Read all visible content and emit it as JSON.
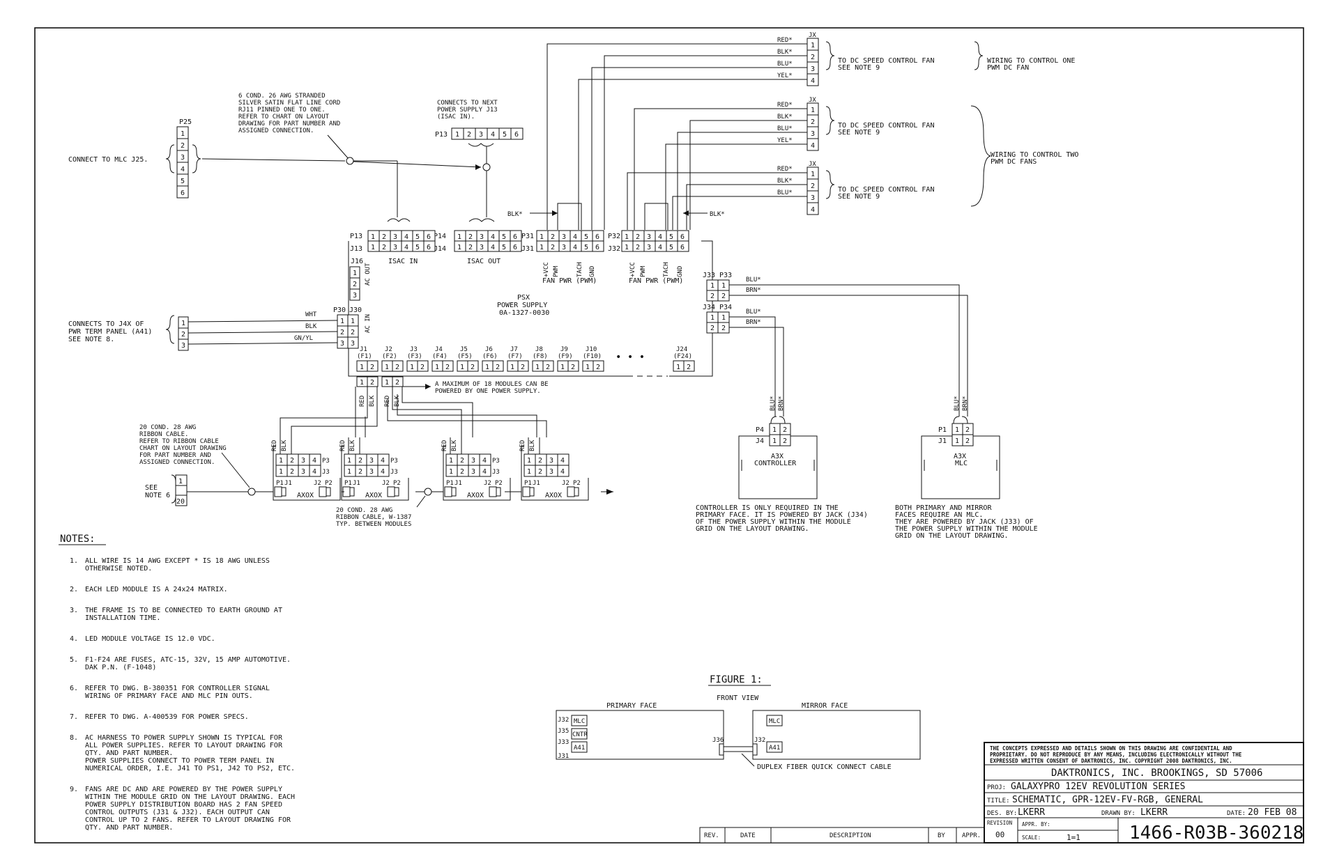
{
  "fanJacks": {
    "jx": "JX",
    "fan1": {
      "pins": [
        "1",
        "2",
        "3",
        "4"
      ],
      "wires": [
        "RED*",
        "BLK*",
        "BLU*",
        "YEL*"
      ],
      "note": [
        "TO DC SPEED CONTROL FAN",
        "SEE NOTE 9"
      ],
      "wiring": [
        "WIRING TO CONTROL ONE",
        "PWM DC FAN"
      ]
    },
    "fan2": {
      "pins": [
        "1",
        "2",
        "3",
        "4"
      ],
      "wires": [
        "RED*",
        "BLK*",
        "BLU*",
        "YEL*"
      ],
      "note": [
        "TO DC SPEED CONTROL FAN",
        "SEE NOTE 9"
      ]
    },
    "fan3": {
      "pins": [
        "1",
        "2",
        "3",
        "4"
      ],
      "wires": [
        "RED*",
        "BLK*",
        "BLU*"
      ],
      "note": [
        "TO DC SPEED CONTROL FAN",
        "SEE NOTE 9"
      ]
    },
    "wiring2": [
      "WIRING TO CONTROL TWO",
      "PWM DC FANS"
    ],
    "blkLeft": "BLK*",
    "blkRight": "BLK*"
  },
  "ribbon": {
    "lines": [
      "6 COND. 26 AWG STRANDED",
      "SILVER SATIN FLAT LINE CORD",
      "RJ11 PINNED ONE TO ONE.",
      "REFER TO CHART ON LAYOUT",
      "DRAWING FOR PART NUMBER AND",
      "ASSIGNED CONNECTION."
    ]
  },
  "nextSupply": {
    "lines": [
      "CONNECTS TO NEXT",
      "POWER SUPPLY J13",
      "(ISAC IN)."
    ],
    "p13": "P13",
    "pins": [
      "1",
      "2",
      "3",
      "4",
      "5",
      "6"
    ]
  },
  "p25": {
    "label": "P25",
    "pins": [
      "1",
      "2",
      "3",
      "4",
      "5",
      "6"
    ],
    "connect": "CONNECT TO MLC J25."
  },
  "psx": {
    "p13": "P13",
    "j13": "J13",
    "p14": "P14",
    "j14": "J14",
    "p31": "P31",
    "j31": "J31",
    "p32": "P32",
    "j32": "J32",
    "pins6": [
      "1",
      "2",
      "3",
      "4",
      "5",
      "6"
    ],
    "isacIn": "ISAC IN",
    "isacOut": "ISAC OUT",
    "fanLabels": [
      "+VCC",
      "PWM",
      "TACH",
      "GND"
    ],
    "fanPwr": "FAN PWR (PWM)",
    "j16": "J16",
    "acOut": "AC OUT",
    "acIn": "AC IN",
    "p30": "P30",
    "j30": "J30",
    "title": [
      "PSX",
      "POWER SUPPLY",
      "0A-1327-0030"
    ],
    "p33": "P33",
    "j33": "J33",
    "p34": "P34",
    "j34": "J34",
    "j33wires": [
      "BLU*",
      "BRN*"
    ],
    "j34wires": [
      "BLU*",
      "BRN*"
    ],
    "jacks": [
      {
        "j": "J1",
        "f": "(F1)"
      },
      {
        "j": "J2",
        "f": "(F2)"
      },
      {
        "j": "J3",
        "f": "(F3)"
      },
      {
        "j": "J4",
        "f": "(F4)"
      },
      {
        "j": "J5",
        "f": "(F5)"
      },
      {
        "j": "J6",
        "f": "(F6)"
      },
      {
        "j": "J7",
        "f": "(F7)"
      },
      {
        "j": "J8",
        "f": "(F8)"
      },
      {
        "j": "J9",
        "f": "(F9)"
      },
      {
        "j": "J10",
        "f": "(F10)"
      },
      {
        "j": "J24",
        "f": "(F24)"
      }
    ],
    "ellipsis": "• • •",
    "maxModules": [
      "A MAXIMUM OF 18 MODULES CAN BE",
      "POWERED BY ONE POWER SUPPLY."
    ]
  },
  "acInput": {
    "lines": [
      "CONNECTS TO J4X OF",
      "PWR TERM PANEL (A41)",
      "SEE NOTE 8."
    ],
    "pins": [
      "1",
      "2",
      "3"
    ],
    "wires": [
      "WHT",
      "BLK",
      "GN/YL"
    ]
  },
  "modules": {
    "ribbonNote": [
      "20 COND. 28 AWG",
      "RIBBON CABLE.",
      "REFER TO RIBBON CABLE",
      "CHART ON LAYOUT DRAWING",
      "FOR PART NUMBER AND",
      "ASSIGNED CONNECTION."
    ],
    "see": [
      "SEE",
      "NOTE 6"
    ],
    "pins20": [
      "1",
      "20"
    ],
    "red": "RED",
    "blk": "BLK",
    "p3": "P3",
    "j3": "J3",
    "p1": "P1",
    "j1": "J1",
    "j2": "J2",
    "p2": "P2",
    "axox": "AXOX",
    "pins4": [
      "1",
      "2",
      "3",
      "4"
    ],
    "between": [
      "20 COND. 28 AWG",
      "RIBBON CABLE,  W-1387",
      "TYP. BETWEEN MODULES"
    ]
  },
  "controller": {
    "p4": "P4",
    "j4": "J4",
    "pins": [
      "1",
      "2"
    ],
    "wires": [
      "BLU*",
      "BRN*"
    ],
    "name": [
      "A3X",
      "CONTROLLER"
    ],
    "note": [
      "CONTROLLER IS ONLY REQUIRED IN THE",
      "PRIMARY FACE. IT IS POWERED BY JACK (J34)",
      "OF THE POWER SUPPLY WITHIN THE MODULE",
      "GRID ON THE LAYOUT DRAWING."
    ]
  },
  "mlc": {
    "p1": "P1",
    "j1": "J1",
    "pins": [
      "1",
      "2"
    ],
    "wires": [
      "BLU*",
      "BRN*"
    ],
    "name": [
      "A3X",
      "MLC"
    ],
    "note": [
      "BOTH PRIMARY AND MIRROR",
      "FACES REQUIRE AN MLC.",
      "THEY ARE POWERED BY JACK (J33) OF",
      "THE POWER SUPPLY WITHIN THE MODULE",
      "GRID ON THE LAYOUT DRAWING."
    ]
  },
  "notes": {
    "heading": "NOTES:",
    "items": [
      {
        "n": "1.",
        "lines": [
          "ALL WIRE IS 14 AWG EXCEPT * IS  18 AWG UNLESS",
          "OTHERWISE NOTED."
        ]
      },
      {
        "n": "2.",
        "lines": [
          "EACH LED MODULE IS A 24x24 MATRIX."
        ]
      },
      {
        "n": "3.",
        "lines": [
          "THE FRAME IS TO BE CONNECTED TO EARTH GROUND AT",
          "INSTALLATION TIME."
        ]
      },
      {
        "n": "4.",
        "lines": [
          "LED MODULE VOLTAGE IS 12.0 VDC."
        ]
      },
      {
        "n": "5.",
        "lines": [
          "F1-F24 ARE FUSES, ATC-15, 32V, 15 AMP AUTOMOTIVE.",
          "DAK P.N. (F-1048)"
        ]
      },
      {
        "n": "6.",
        "lines": [
          "REFER TO DWG. B-380351 FOR CONTROLLER SIGNAL",
          "WIRING OF PRIMARY FACE AND MLC PIN OUTS."
        ]
      },
      {
        "n": "7.",
        "lines": [
          "REFER TO DWG. A-400539 FOR POWER SPECS."
        ]
      },
      {
        "n": "8.",
        "lines": [
          "AC HARNESS TO POWER SUPPLY SHOWN IS TYPICAL FOR",
          "ALL POWER SUPPLIES. REFER TO LAYOUT DRAWING FOR",
          "QTY. AND PART NUMBER.",
          "POWER SUPPLIES CONNECT TO POWER TERM PANEL IN",
          "NUMERICAL ORDER, I.E. J41 TO PS1, J42 TO PS2, ETC."
        ]
      },
      {
        "n": "9.",
        "lines": [
          "FANS ARE DC AND ARE POWERED BY THE POWER SUPPLY",
          "WITHIN THE MODULE GRID ON THE LAYOUT DRAWING. EACH",
          "POWER SUPPLY DISTRIBUTION BOARD HAS 2 FAN SPEED",
          "CONTROL OUTPUTS (J31 & J32). EACH OUTPUT CAN",
          "CONTROL UP TO 2 FANS. REFER TO LAYOUT DRAWING FOR",
          "QTY. AND PART NUMBER."
        ]
      }
    ]
  },
  "figure": {
    "title": "FIGURE 1:",
    "frontView": "FRONT VIEW",
    "primary": "PRIMARY FACE",
    "mirror": "MIRROR FACE",
    "leftJacks": [
      "J32",
      "J35",
      "J33",
      "J31"
    ],
    "mlc": "MLC",
    "cntr": "CNTR",
    "a41": "A41",
    "j36": "J36",
    "j32r": "J32",
    "duplex": "DUPLEX FIBER QUICK CONNECT CABLE"
  },
  "titleBlock": {
    "confidential": [
      "THE CONCEPTS  EXPRESSED  AND  DETAILS SHOWN ON THIS DRAWING ARE CONFIDENTIAL AND",
      "PROPRIETARY.  DO NOT REPRODUCE BY ANY MEANS, INCLUDING ELECTRONICALLY WITHOUT THE",
      "EXPRESSED WRITTEN CONSENT OF DAKTRONICS, INC.          COPYRIGHT 2008 DAKTRONICS, INC."
    ],
    "company": "DAKTRONICS, INC.  BROOKINGS, SD 57006",
    "projLabel": "PROJ:",
    "proj": "GALAXYPRO 12EV REVOLUTION SERIES",
    "titleLabel": "TITLE:",
    "title": "SCHEMATIC, GPR-12EV-FV-RGB, GENERAL",
    "desLabel": "DES. BY:",
    "des": "LKERR",
    "drawnLabel": "DRAWN BY:",
    "drawn": "LKERR",
    "dateLabel": "DATE:",
    "date": "20 FEB 08",
    "revisionLabel": "REVISION",
    "revision": "00",
    "apprLabel": "APPR. BY:",
    "scaleLabel": "SCALE:",
    "scale": "1=1",
    "drawingNo": "1466-R03B-360218",
    "revHeaders": [
      "REV.",
      "DATE",
      "DESCRIPTION",
      "BY",
      "APPR."
    ]
  }
}
